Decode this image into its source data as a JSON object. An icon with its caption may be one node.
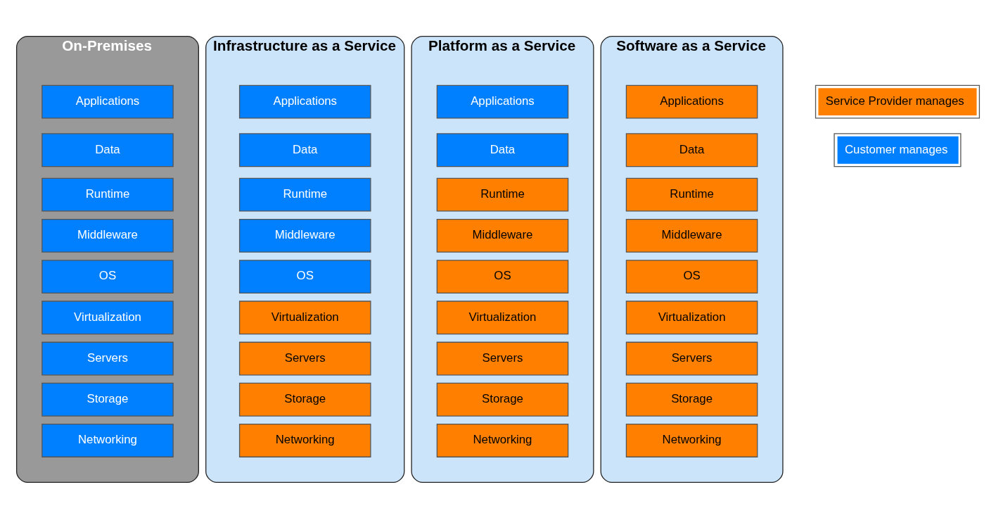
{
  "diagram": {
    "nodes": [
      {
        "text": [
          "On-Premises"
        ]
      },
      {
        "text": [
          "Applications"
        ],
        "in": 0
      },
      {
        "text": [
          "Data"
        ],
        "in": 0
      },
      {
        "text": [
          "Runtime"
        ],
        "in": 0
      },
      {
        "text": [
          "Middleware"
        ],
        "in": 0
      },
      {
        "text": [
          "OS"
        ],
        "in": 0
      },
      {
        "text": [
          "Virtualization"
        ],
        "in": 0
      },
      {
        "text": [
          "Servers"
        ],
        "in": 0
      },
      {
        "text": [
          "Storage"
        ],
        "in": 0
      },
      {
        "text": [
          "Networking"
        ],
        "in": 0
      },
      {
        "text": [
          "Infrastructure as a Service"
        ]
      },
      {
        "text": [
          "Applications"
        ],
        "in": 10
      },
      {
        "text": [
          "Data"
        ],
        "in": 10
      },
      {
        "text": [
          "Runtime"
        ],
        "in": 10
      },
      {
        "text": [
          "Middleware"
        ],
        "in": 10
      },
      {
        "text": [
          "OS"
        ],
        "in": 10
      },
      {
        "text": [
          "Virtualization"
        ],
        "in": 10
      },
      {
        "text": [
          "Servers"
        ],
        "in": 10
      },
      {
        "text": [
          "Storage"
        ],
        "in": 10
      },
      {
        "text": [
          "Networking"
        ],
        "in": 10
      },
      {
        "text": [
          "Platform as a Service"
        ]
      },
      {
        "text": [
          "Applications"
        ],
        "in": 20
      },
      {
        "text": [
          "Data"
        ],
        "in": 20
      },
      {
        "text": [
          "Runtime"
        ],
        "in": 20
      },
      {
        "text": [
          "Middleware"
        ],
        "in": 20
      },
      {
        "text": [
          "OS"
        ],
        "in": 20
      },
      {
        "text": [
          "Virtualization"
        ],
        "in": 20
      },
      {
        "text": [
          "Servers"
        ],
        "in": 20
      },
      {
        "text": [
          "Storage"
        ],
        "in": 20
      },
      {
        "text": [
          "Networking"
        ],
        "in": 20
      },
      {
        "text": [
          "Software as a Service"
        ]
      },
      {
        "text": [
          "Applications"
        ],
        "in": 30
      },
      {
        "text": [
          "Data"
        ],
        "in": 30
      },
      {
        "text": [
          "Runtime"
        ],
        "in": 30
      },
      {
        "text": [
          "Middleware"
        ],
        "in": 30
      },
      {
        "text": [
          "OS"
        ],
        "in": 30
      },
      {
        "text": [
          "Virtualization"
        ],
        "in": 30
      },
      {
        "text": [
          "Servers"
        ],
        "in": 30
      },
      {
        "text": [
          "Storage"
        ],
        "in": 30
      },
      {
        "text": [
          "Networking"
        ],
        "in": 30
      }
    ],
    "legend": [
      {
        "text": "Service Provider manages",
        "color": "#ff8000"
      },
      {
        "text": "Customer manages",
        "color": "#0080ff"
      }
    ]
  }
}
